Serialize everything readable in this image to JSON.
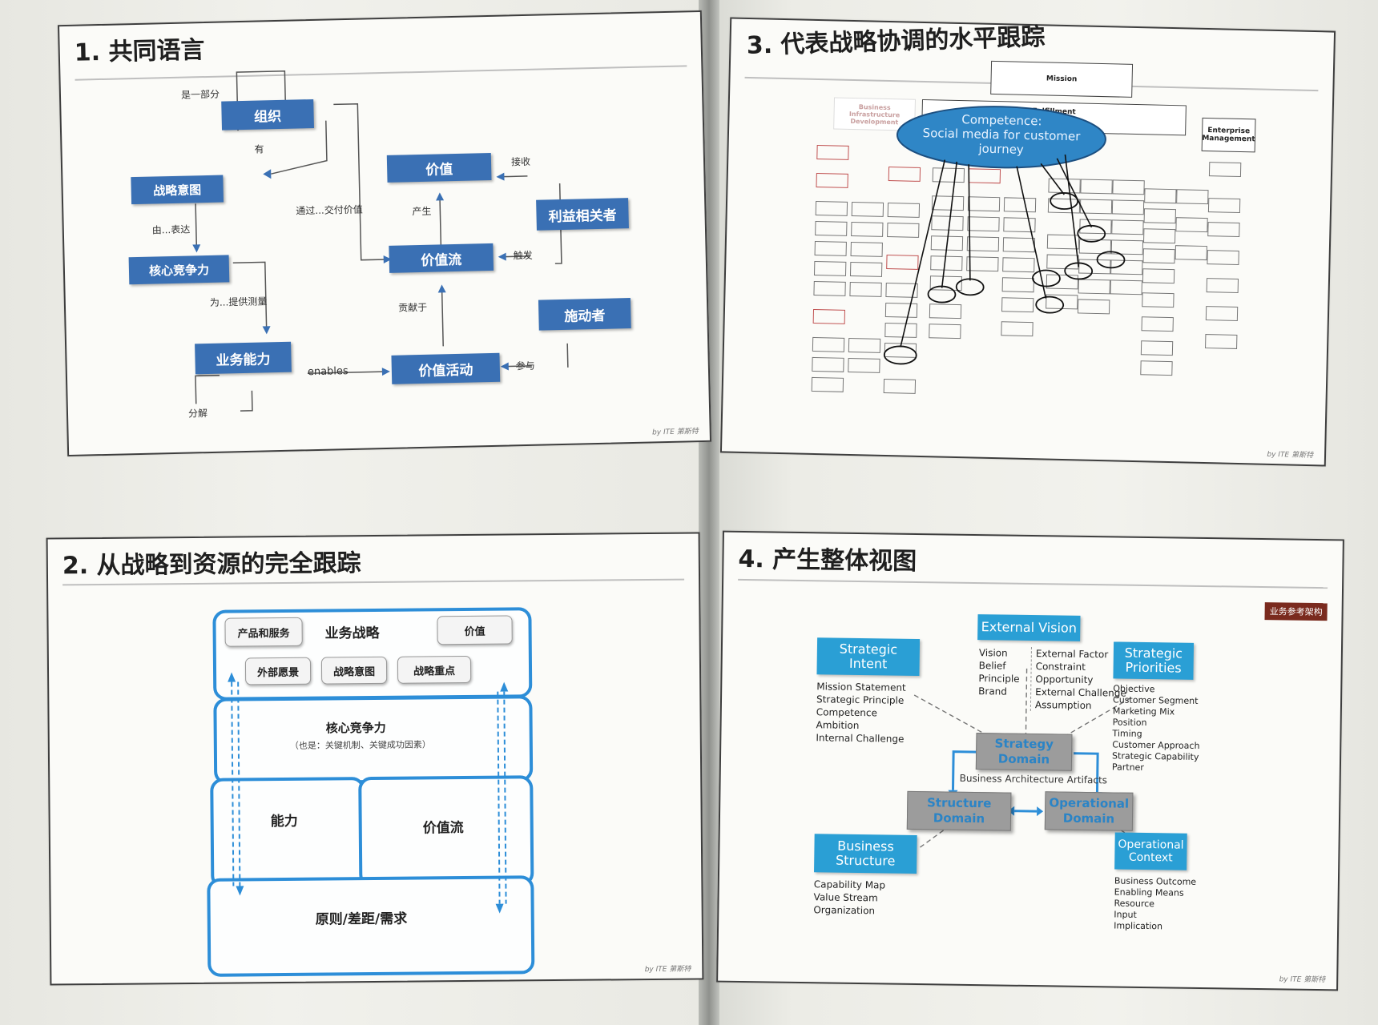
{
  "slide1": {
    "title": "1. 共同语言",
    "nodes": {
      "org": "组织",
      "intent": "战略意图",
      "core": "核心竞争力",
      "capability": "业务能力",
      "value": "价值",
      "stream": "价值流",
      "activity": "价值活动",
      "stakeholder": "利益相关者",
      "actor": "施动者"
    },
    "labels": {
      "part_of": "是一部分",
      "has": "有",
      "expressed_by": "由...表达",
      "provides_measure": "为...提供测量",
      "deliver_value": "通过...交付价值",
      "produces": "产生",
      "contributes": "贡献于",
      "enables": "enables",
      "decompose": "分解",
      "receive": "接收",
      "trigger": "触发",
      "participate": "参与"
    },
    "credit": "by ITE 第斯特"
  },
  "slide2": {
    "title": "2. 从战略到资源的完全跟踪",
    "strategy": "业务战略",
    "products": "产品和服务",
    "value": "价值",
    "vision": "外部愿景",
    "intent": "战略意图",
    "focus": "战略重点",
    "core": "核心竞争力",
    "core_note": "（也是：关键机制、关键成功因素）",
    "capability": "能力",
    "stream": "价值流",
    "principles": "原则/差距/需求",
    "credit": "by ITE 第斯特"
  },
  "slide3": {
    "title": "3. 代表战略协调的水平跟踪",
    "mission": "Mission",
    "fulfillment": "Fulfillment",
    "infrastructure": "Business Infrastructure Development",
    "enterprise": "Enterprise Management",
    "competence_line1": "Competence:",
    "competence_line2": "Social media for customer",
    "competence_line3": "journey",
    "credit": "by ITE 第斯特"
  },
  "slide4": {
    "title": "4. 产生整体视图",
    "tag": "业务参考架构",
    "external_vision": "External Vision",
    "vision_left": [
      "Vision",
      "Belief",
      "Principle",
      "Brand"
    ],
    "vision_right": [
      "External Factor",
      "Constraint",
      "Opportunity",
      "External Challenge",
      "Assumption"
    ],
    "strategic_intent_line1": "Strategic",
    "strategic_intent_line2": "Intent",
    "intent_items": [
      "Mission Statement",
      "Strategic Principle",
      "Competence",
      "Ambition",
      "Internal Challenge"
    ],
    "priorities_line1": "Strategic",
    "priorities_line2": "Priorities",
    "priority_items": [
      "Objective",
      "Customer Segment",
      "Marketing Mix",
      "Position",
      "Timing",
      "Customer Approach",
      "Strategic Capability",
      "Partner"
    ],
    "strategy_domain_line1": "Strategy",
    "strategy_domain_line2": "Domain",
    "artifacts": "Business Architecture Artifacts",
    "structure_domain_line1": "Structure",
    "structure_domain_line2": "Domain",
    "operational_domain_line1": "Operational",
    "operational_domain_line2": "Domain",
    "business_structure_line1": "Business",
    "business_structure_line2": "Structure",
    "structure_items": [
      "Capability Map",
      "Value Stream",
      "Organization"
    ],
    "operational_context_line1": "Operational",
    "operational_context_line2": "Context",
    "context_items": [
      "Business Outcome",
      "Enabling Means",
      "Resource",
      "Input",
      "Implication"
    ],
    "credit": "by ITE 第斯特"
  },
  "colors": {
    "node_blue": "#3a70b4",
    "band_blue": "#2d8ed8",
    "cyan": "#2a9fd5",
    "grey_domain": "#9c9c9c",
    "ellipse": "#2f86c6"
  }
}
